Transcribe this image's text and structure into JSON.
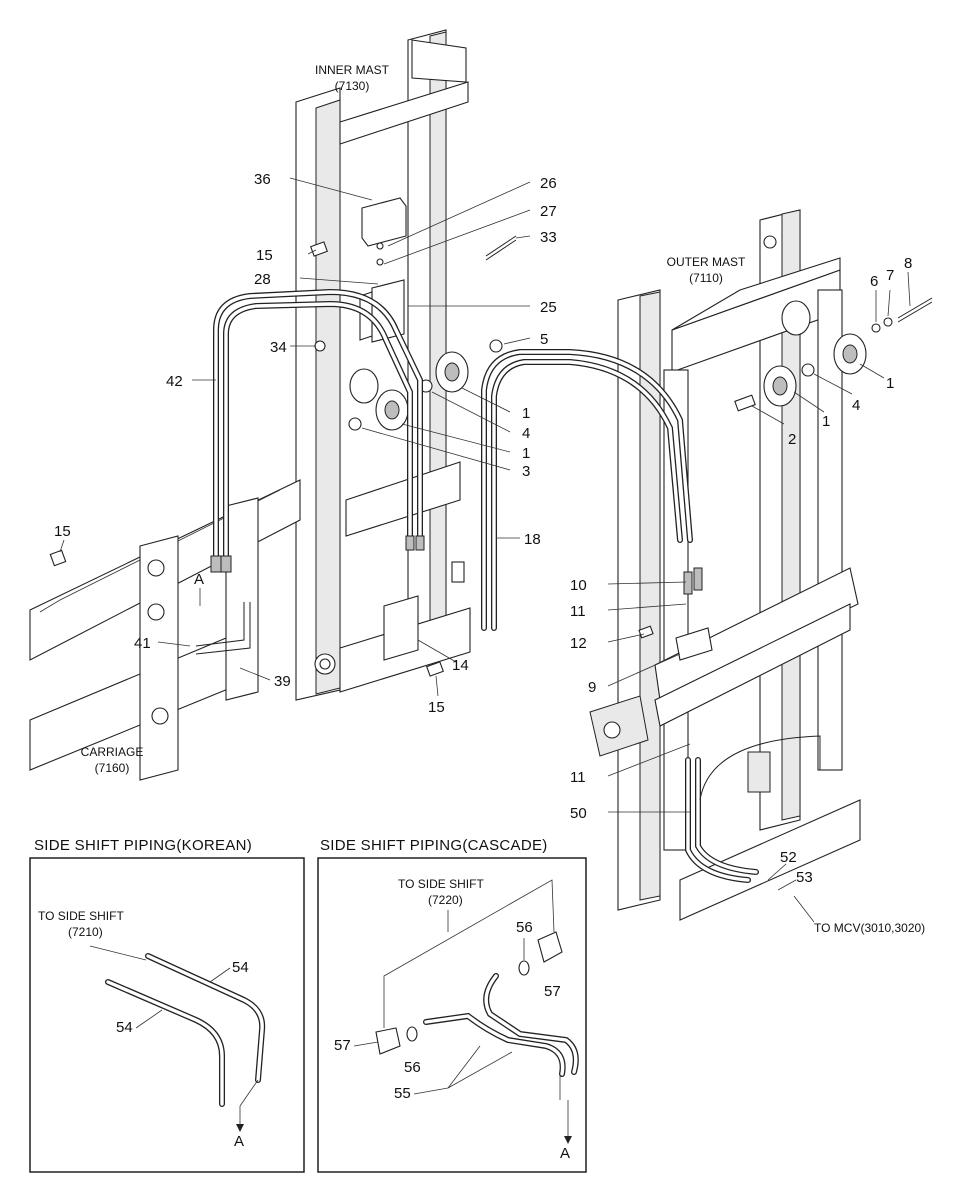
{
  "assemblies": {
    "inner_mast": {
      "name": "INNER MAST",
      "code": "(7130)"
    },
    "outer_mast": {
      "name": "OUTER MAST",
      "code": "(7110)"
    },
    "carriage": {
      "name": "CARRIAGE",
      "code": "(7160)"
    }
  },
  "callouts": {
    "c1a": "1",
    "c1b": "1",
    "c1c": "1",
    "c1d": "1",
    "c2": "2",
    "c3": "3",
    "c4a": "4",
    "c4b": "4",
    "c5": "5",
    "c6": "6",
    "c7": "7",
    "c8": "8",
    "c9": "9",
    "c10": "10",
    "c11a": "11",
    "c11b": "11",
    "c12": "12",
    "c14": "14",
    "c15a": "15",
    "c15b": "15",
    "c15c": "15",
    "c18": "18",
    "c25": "25",
    "c26": "26",
    "c27": "27",
    "c28": "28",
    "c33": "33",
    "c34": "34",
    "c36": "36",
    "c39": "39",
    "c41": "41",
    "c42": "42",
    "c50": "50",
    "c52": "52",
    "c53": "53",
    "view_a_main": "A"
  },
  "mcv_label": "TO MCV(3010,3020)",
  "inset_korean": {
    "title": "SIDE SHIFT PIPING(KOREAN)",
    "to_label": "TO SIDE SHIFT",
    "to_code": "(7210)",
    "callout_54a": "54",
    "callout_54b": "54",
    "arrow_label": "A"
  },
  "inset_cascade": {
    "title": "SIDE SHIFT PIPING(CASCADE)",
    "to_label": "TO SIDE SHIFT",
    "to_code": "(7220)",
    "callout_55": "55",
    "callout_56a": "56",
    "callout_56b": "56",
    "callout_57a": "57",
    "callout_57b": "57",
    "arrow_label": "A"
  }
}
